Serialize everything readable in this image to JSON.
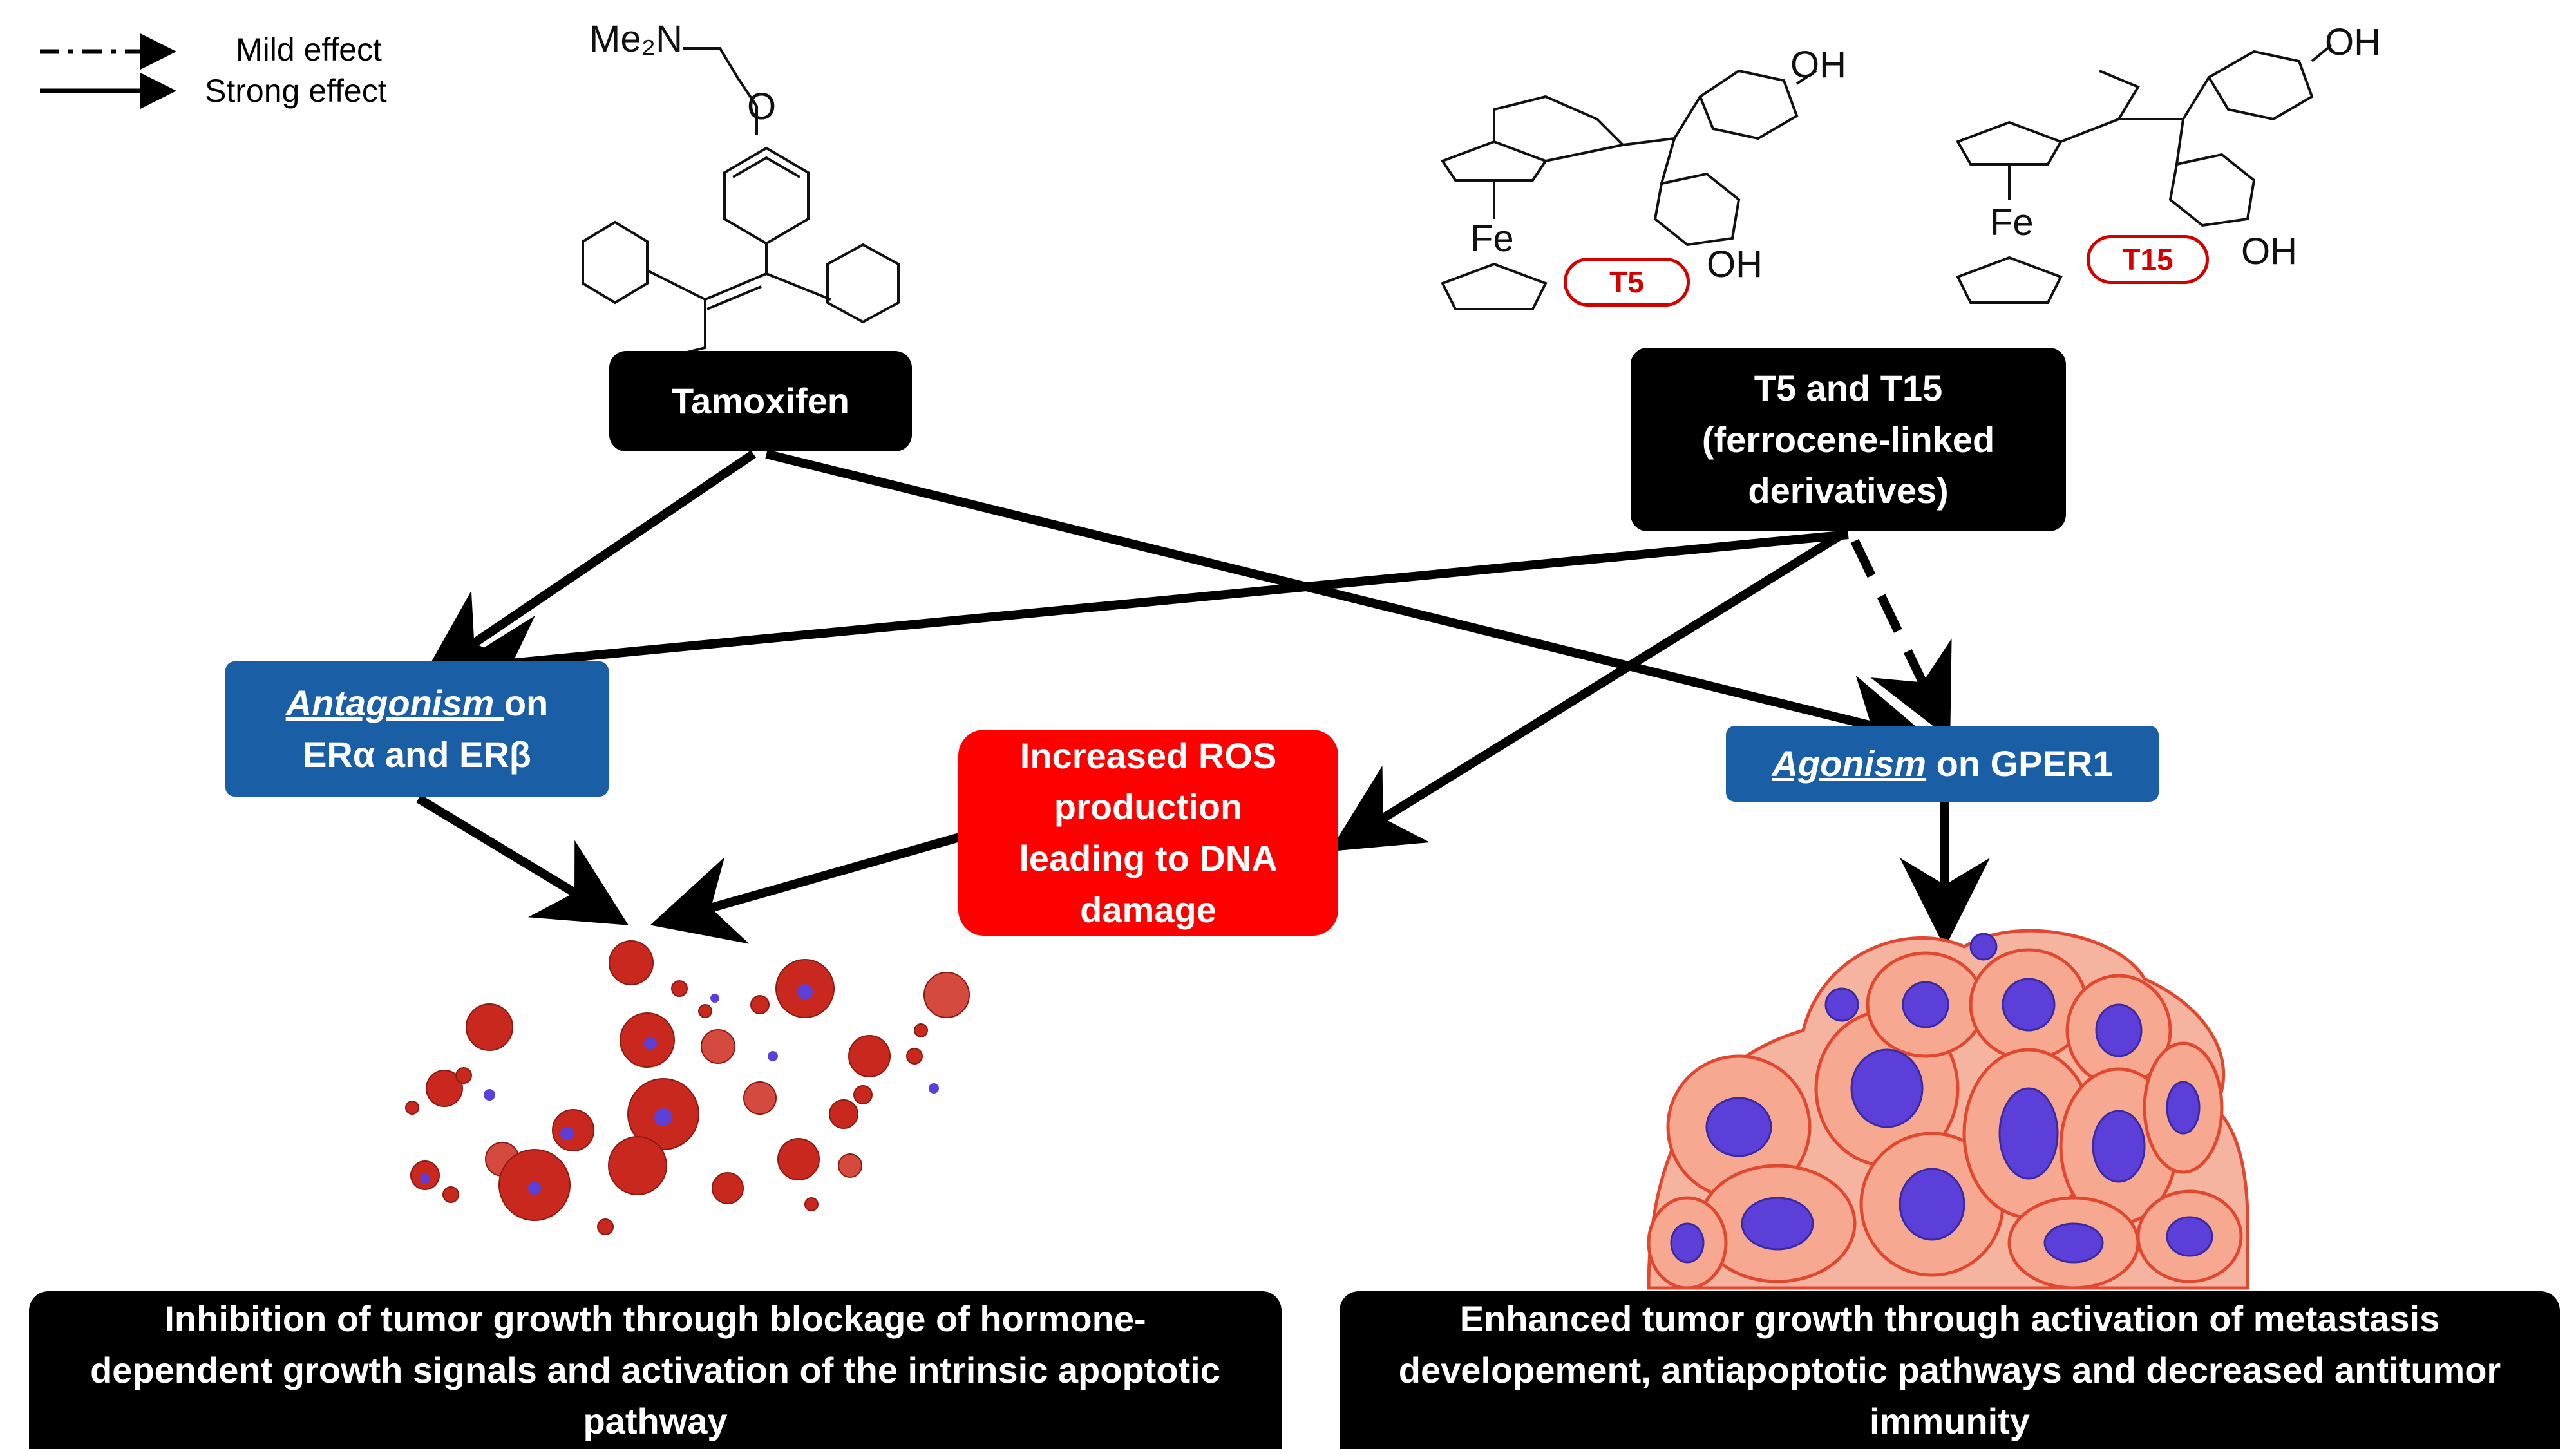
{
  "legend": {
    "mild": "Mild effect",
    "strong": "Strong effect"
  },
  "compounds": {
    "tamoxifen_nme2": "Me₂N",
    "tamoxifen_o": "O",
    "t5_badge": "T5",
    "t15_badge": "T15",
    "fe": "Fe",
    "oh": "OH"
  },
  "boxes": {
    "tamoxifen": "Tamoxifen",
    "t5t15": [
      "T5 and T15",
      "(ferrocene-linked",
      "derivatives)"
    ],
    "antagonism": {
      "em": "Antagonism ",
      "rest1": "on",
      "line2": "ERα and ERβ"
    },
    "ros": [
      "Increased ROS",
      "production",
      "leading to DNA",
      "damage"
    ],
    "agonism": {
      "em": "Agonism ",
      "rest": "on GPER1"
    },
    "outcome_left": [
      "Inhibition of tumor growth through blockage of hormone-",
      "dependent growth signals and activation of the intrinsic apoptotic",
      "pathway"
    ],
    "outcome_right": [
      "Enhanced tumor growth through activation of metastasis",
      "developement, antiapoptotic pathways and decreased antitumor",
      "immunity"
    ]
  },
  "colors": {
    "black_box": "#000000",
    "blue_box": "#1a5fa6",
    "red_box": "#ff0000",
    "badge": "#d40000",
    "cell_red": "#c8281e",
    "cell_pink": "#f4a896",
    "nucleus": "#5b3fd8"
  }
}
